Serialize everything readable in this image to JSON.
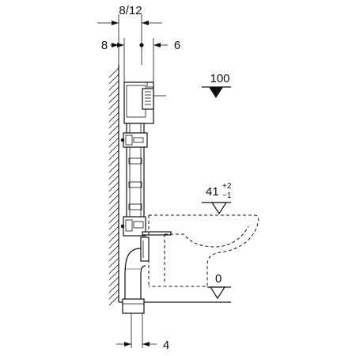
{
  "dimensions": {
    "top_offset": "8/12",
    "left_offset": "8",
    "right_offset": "6",
    "bottom_offset": "4"
  },
  "levels": {
    "flush_height": "100",
    "seat_height": "41",
    "seat_tol_plus": "+2",
    "seat_tol_minus": "−1",
    "floor": "0"
  }
}
